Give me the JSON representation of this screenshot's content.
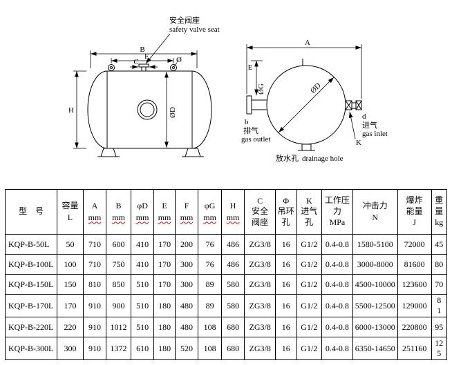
{
  "colors": {
    "line": "#000000",
    "spellcheck_underline": "#cc0000",
    "background": "#ffffff"
  },
  "left_drawing": {
    "callout_cn": "安全阀座",
    "callout_en": "safety valve seat",
    "dims": {
      "B": "B",
      "F": "F",
      "C": "C",
      "phi": "Ø",
      "H": "H",
      "phiD": "ØD"
    }
  },
  "right_drawing": {
    "dims": {
      "A": "A",
      "E": "E",
      "phiG": "ØG",
      "phiD": "ØD",
      "K": "K"
    },
    "outlet": {
      "tag": "b",
      "cn": "排气",
      "en": "gas outlet"
    },
    "inlet": {
      "tag": "d",
      "cn": "进气",
      "en": "gas inlet"
    },
    "drain": {
      "cn": "放水孔",
      "en": "drainage hole"
    }
  },
  "table": {
    "headers": [
      {
        "text": "型　号"
      },
      {
        "text": "容量",
        "unit": "L"
      },
      {
        "text": "A",
        "unit": "mm"
      },
      {
        "text": "B",
        "unit": "mm"
      },
      {
        "text": "φD",
        "unit": "mm"
      },
      {
        "text": "E",
        "unit": "mm"
      },
      {
        "text": "F",
        "unit": "mm"
      },
      {
        "text": "φG",
        "unit": "mm"
      },
      {
        "text": "H",
        "unit": "mm"
      },
      {
        "text": "C\n安全\n阀座"
      },
      {
        "text": "Φ\n吊环\n孔"
      },
      {
        "text": "K\n进气\n孔"
      },
      {
        "text": "工作压\n力",
        "unit": "MPa"
      },
      {
        "text": "冲击力",
        "unit": "N"
      },
      {
        "text": "爆炸\n能量",
        "unit": "J"
      },
      {
        "text": "重\n量",
        "unit": "kg"
      }
    ],
    "rows": [
      [
        "KQP-B-50L",
        "50",
        "710",
        "600",
        "410",
        "170",
        "200",
        "76",
        "486",
        "ZG3/8",
        "16",
        "G1/2",
        "0.4-0.8",
        "1580-5100",
        "72000",
        "45"
      ],
      [
        "KQP-B-100L",
        "100",
        "710",
        "750",
        "410",
        "170",
        "300",
        "76",
        "486",
        "ZG3/8",
        "16",
        "G1/2",
        "0.4-0.8",
        "3000-8000",
        "81600",
        "80"
      ],
      [
        "KQP-B-150L",
        "150",
        "810",
        "850",
        "510",
        "170",
        "300",
        "89",
        "580",
        "ZG3/8",
        "16",
        "G1/2",
        "0.4-0.8",
        "4500-10000",
        "123600",
        "70"
      ],
      [
        "KQP-B-170L",
        "170",
        "910",
        "900",
        "510",
        "180",
        "480",
        "89",
        "580",
        "ZG3/8",
        "16",
        "G1/2",
        "0.4-0.8",
        "5500-12500",
        "129000",
        "8\n1"
      ],
      [
        "KQP-B-220L",
        "220",
        "910",
        "1012",
        "510",
        "180",
        "480",
        "108",
        "680",
        "ZG3/8",
        "16",
        "G1/2",
        "0.4-0.8",
        "6000-13000",
        "220800",
        "95"
      ],
      [
        "KQP-B-300L",
        "300",
        "910",
        "1372",
        "610",
        "180",
        "520",
        "108",
        "680",
        "ZG3/8",
        "16",
        "G1/2",
        "0.4-0.8",
        "6350-14650",
        "251160",
        "12\n5"
      ]
    ]
  }
}
